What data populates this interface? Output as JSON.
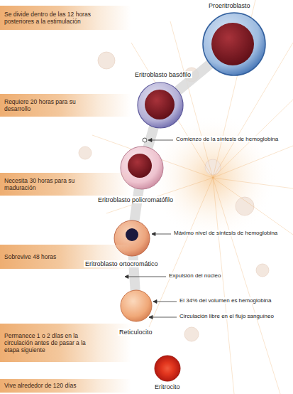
{
  "diagram": {
    "nodes": [
      {
        "text": [
          "Se divide dentro de las 12 horas posteriores a la estimulación"
        ]
      },
      {
        "text": [
          "Requiere 20 horas para su desarrollo"
        ]
      },
      {
        "text": [
          "Necesita 30 horas para su maduración"
        ]
      },
      {
        "text": [
          "Sobrevive 48 horas"
        ]
      },
      {
        "text": [
          "Permanece 1 o 2 días en la circulación antes de pasar a la etapa siguiente"
        ]
      },
      {
        "text": [
          "Vive alrededor de 120 días"
        ]
      }
    ],
    "labels": [
      "Proeritroblasto",
      "Eritroblasto basófilo",
      "Comienzo de la síntesis de hemoglobina",
      "Eritroblasto policromatófilo",
      "Máximo nivel de síntesis de hemoglobina",
      "Eritroblasto ortocromático",
      "Expulsión del núcleo",
      "El 34% del volumen es hemoglobina",
      "Reticulocito",
      "Circulación libre en el flujo sanguíneo",
      "Eritrocito"
    ]
  }
}
